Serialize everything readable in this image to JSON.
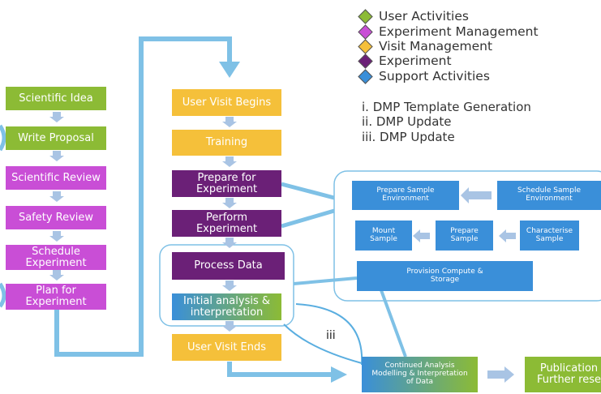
{
  "legend": [
    {
      "label": "User Activities",
      "color": "#8cbb35",
      "icon": "diamond"
    },
    {
      "label": "Experiment Management",
      "color": "#c94ed6",
      "icon": "diamond"
    },
    {
      "label": "Visit Management",
      "color": "#f5c03a",
      "icon": "diamond"
    },
    {
      "label": "Experiment",
      "color": "#6b2077",
      "icon": "diamond"
    },
    {
      "label": "Support Activities",
      "color": "#3a8fd9",
      "icon": "diamond"
    }
  ],
  "dmp_list": [
    "i. DMP Template Generation",
    "ii. DMP Update",
    "iii. DMP Update"
  ],
  "left_column": [
    "Scientific Idea",
    "Write Proposal",
    "Scientific Review",
    "Safety Review",
    "Schedule Experiment",
    "Plan for Experiment"
  ],
  "center_column": {
    "user_visit_begins": "User Visit Begins",
    "training": "Training",
    "prepare_for_experiment": "Prepare for Experiment",
    "perform_experiment": "Perform Experiment",
    "process_data": "Process Data",
    "initial_analysis": "Initial analysis & interpretation",
    "user_visit_ends": "User Visit Ends"
  },
  "support": {
    "prepare_sample_environment": "Prepare Sample Environment",
    "schedule_sample_environment": "Schedule Sample Environment",
    "mount_sample": "Mount Sample",
    "prepare_sample": "Prepare Sample",
    "characterise_sample": "Characterise Sample",
    "provision_compute": "Provision Compute & Storage"
  },
  "continued_analysis": "Continued Analysis Modelling & Interpretation of Data",
  "publication": "Publication Further rese",
  "marker_iii": "iii",
  "colors": {
    "connector": "#7fc1e6",
    "connector_dark": "#5aaee0",
    "arrow_small": "#a9c4e4"
  }
}
